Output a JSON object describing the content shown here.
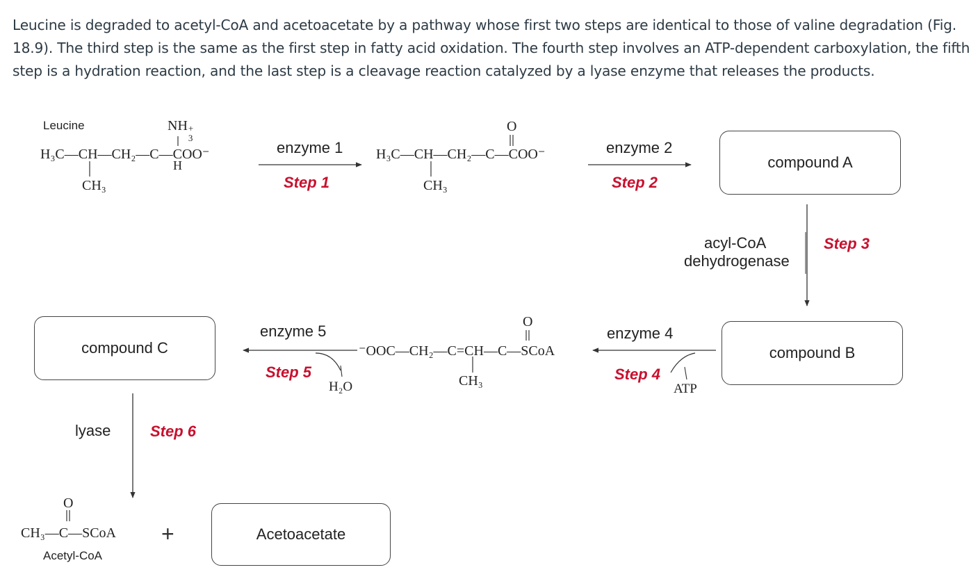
{
  "intro_text": "Leucine is degraded to acetyl-CoA and acetoacetate by a pathway whose first two steps are identical to those of valine degradation (Fig. 18.9). The third step is the same as the first step in fatty acid oxidation. The fourth step involves an ATP-dependent carboxylation, the fifth step is a hydration reaction, and the last step is a cleavage reaction catalyzed by a lyase enzyme that releases the products.",
  "leucine": {
    "name": "Leucine",
    "nh3": "NH",
    "nh3_sup": "+",
    "nh3_sub": "3",
    "chain": "H₃C—CH—CH₂—C—COO⁻",
    "h": "H",
    "ch3": "CH₃"
  },
  "step1": {
    "enzyme": "enzyme 1",
    "step": "Step 1"
  },
  "ketoacid": {
    "o": "O",
    "chain": "H₃C—CH—CH₂—C—COO⁻",
    "ch3": "CH₃"
  },
  "step2": {
    "enzyme": "enzyme 2",
    "step": "Step 2"
  },
  "compound_a": "compound A",
  "step3": {
    "enzyme_line1": "acyl-CoA",
    "enzyme_line2": "dehydrogenase",
    "step": "Step 3"
  },
  "compound_b": "compound B",
  "step4": {
    "enzyme": "enzyme 4",
    "step": "Step 4",
    "cofactor": "ATP"
  },
  "glutaconyl": {
    "o": "O",
    "chain": "⁻OOC—CH₂—C=CH—C—SCoA",
    "ch3": "CH₃"
  },
  "step5": {
    "enzyme": "enzyme 5",
    "step": "Step 5",
    "cofactor": "H₂O"
  },
  "compound_c": "compound C",
  "step6": {
    "enzyme": "lyase",
    "step": "Step 6"
  },
  "acetyl_coa": {
    "o": "O",
    "chain": "CH₃—C—SCoA",
    "name": "Acetyl-CoA"
  },
  "plus": "+",
  "acetoacetate": "Acetoacetate"
}
